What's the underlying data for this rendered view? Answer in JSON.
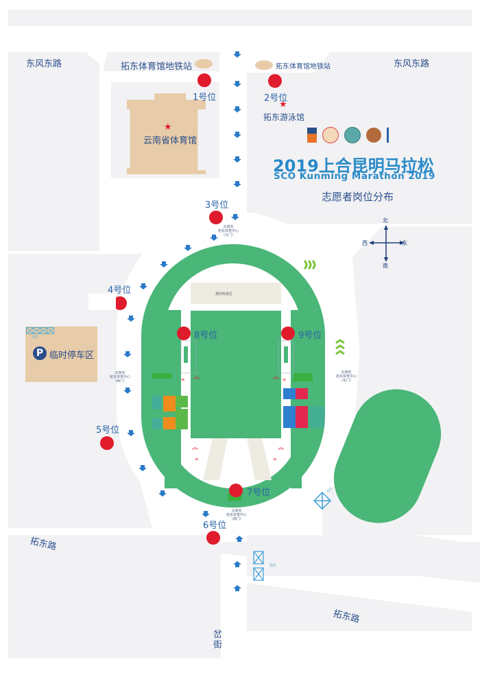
{
  "map": {
    "roads": {
      "dongfeng_east_left": "东风东路",
      "dongfeng_east_right": "东风东路",
      "tuodong_road_left": "拓东路",
      "tuodong_road_right": "拓东路",
      "cha_jie": "岔街"
    },
    "landmarks": {
      "metro_left": "拓东体育馆地铁站",
      "metro_right": "拓东体育馆地铁站",
      "yunnan_gym": "云南省体育馆",
      "tuodong_pool": "拓东游泳馆",
      "parking": "临时停车区",
      "parking_symbol": "P",
      "stadium_north_gate": [
        "云南省",
        "拓东体育中心",
        "（北门）"
      ],
      "stadium_west_gate": [
        "云南省",
        "拓东体育中心",
        "（西门）"
      ],
      "stadium_east_gate": [
        "云南省",
        "拓东体育中心",
        "（东门）"
      ],
      "stadium_south_gate": [
        "云南省",
        "拓东体育中心",
        "（南门）"
      ],
      "warmup_area": "赛前热身区",
      "toilet": "厕所",
      "toilet_parking": "厕所",
      "toilet_right": "厕所"
    },
    "posts": [
      {
        "id": "1",
        "label": "1号位"
      },
      {
        "id": "2",
        "label": "2号位"
      },
      {
        "id": "3",
        "label": "3号位"
      },
      {
        "id": "4",
        "label": "4号位"
      },
      {
        "id": "5",
        "label": "5号位"
      },
      {
        "id": "6",
        "label": "6号位"
      },
      {
        "id": "7",
        "label": "7号位"
      },
      {
        "id": "8",
        "label": "8号位"
      },
      {
        "id": "9",
        "label": "9号位"
      }
    ],
    "compass": {
      "north": "北",
      "south": "南",
      "west": "西",
      "east": "东"
    }
  },
  "header": {
    "title_cn": "2019上合昆明马拉松",
    "title_en": "SCO Kunming Marathon 2019",
    "subtitle": "志愿者岗位分布",
    "logos": [
      "iaaf-logo",
      "cn-association-logo",
      "sco-logo",
      "caa-logo",
      "marathon-logo"
    ]
  },
  "colors": {
    "track_green": "#4ab678",
    "post_red": "#e01b2c",
    "title_blue": "#2a8ac8",
    "label_blue": "#2a4e8c",
    "building_tan": "#e8cba8",
    "block_gray": "#f2f2f4",
    "tent_orange": "#f08c1e",
    "tent_blue": "#2f7fd0",
    "tent_pink": "#e32750",
    "tent_green": "#5cb848"
  }
}
